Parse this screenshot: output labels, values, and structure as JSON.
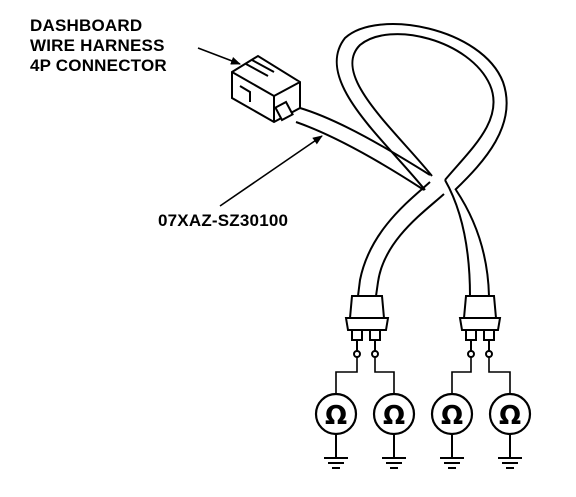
{
  "labels": {
    "connector_line1": "DASHBOARD",
    "connector_line2": "WIRE HARNESS",
    "connector_line3": "4P CONNECTOR",
    "part_number": "07XAZ-SZ30100"
  },
  "meters": [
    {
      "symbol": "Ω"
    },
    {
      "symbol": "Ω"
    },
    {
      "symbol": "Ω"
    },
    {
      "symbol": "Ω"
    }
  ],
  "colors": {
    "ink": "#000000",
    "paper": "#ffffff"
  }
}
